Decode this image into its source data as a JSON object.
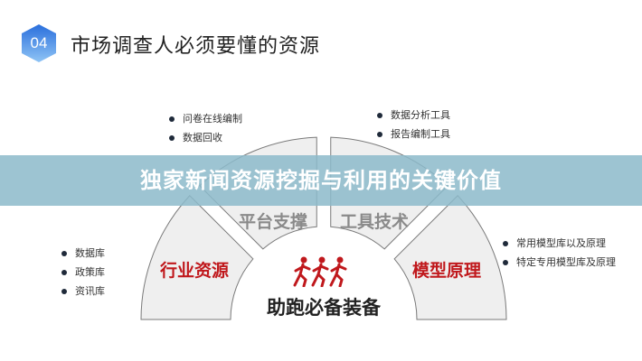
{
  "header": {
    "badge_number": "04",
    "title": "市场调查人必须要懂的资源",
    "badge_color": "#2f7de1"
  },
  "diagram": {
    "segments": [
      {
        "label": "行业资源",
        "color": "#c0181c"
      },
      {
        "label": "平台支撑",
        "color": "#8a8a8a"
      },
      {
        "label": "工具技术",
        "color": "#8a8a8a"
      },
      {
        "label": "模型原理",
        "color": "#c0181c"
      }
    ],
    "center_icon": "runners-icon",
    "center_text": "助跑必备装备"
  },
  "lists": {
    "industry": [
      "数据库",
      "政策库",
      "资讯库"
    ],
    "platform": [
      "问卷在线编制",
      "数据回收"
    ],
    "tools": [
      "数据分析工具",
      "报告编制工具"
    ],
    "models": [
      "常用模型库以及原理",
      "特定专用模型库及原理"
    ]
  },
  "banner": {
    "text": "独家新闻资源挖掘与利用的关键价值"
  }
}
